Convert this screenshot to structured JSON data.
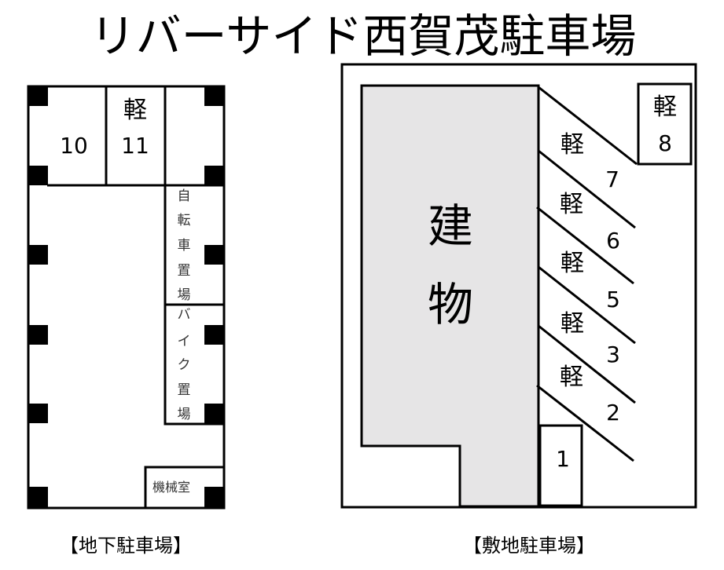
{
  "title": "リバーサイド西賀茂駐車場",
  "colors": {
    "stroke": "#000000",
    "building_fill": "#e6e5e6",
    "background": "#ffffff"
  },
  "underground": {
    "caption": "【地下駐車場】",
    "spaces": [
      {
        "id": "10",
        "kei": ""
      },
      {
        "id": "11",
        "kei": "軽"
      }
    ],
    "bicycle_area": [
      "自",
      "転",
      "車",
      "置",
      "場"
    ],
    "bike_area": [
      "バ",
      "イ",
      "ク",
      "置",
      "場"
    ],
    "machine_room": "機械室"
  },
  "site": {
    "caption": "【敷地駐車場】",
    "building": [
      "建",
      "物"
    ],
    "spaces": [
      {
        "id": "8",
        "kei": "軽"
      },
      {
        "id": "7",
        "kei": "軽"
      },
      {
        "id": "6",
        "kei": "軽"
      },
      {
        "id": "5",
        "kei": "軽"
      },
      {
        "id": "3",
        "kei": "軽"
      },
      {
        "id": "2",
        "kei": "軽"
      },
      {
        "id": "1",
        "kei": ""
      }
    ]
  }
}
